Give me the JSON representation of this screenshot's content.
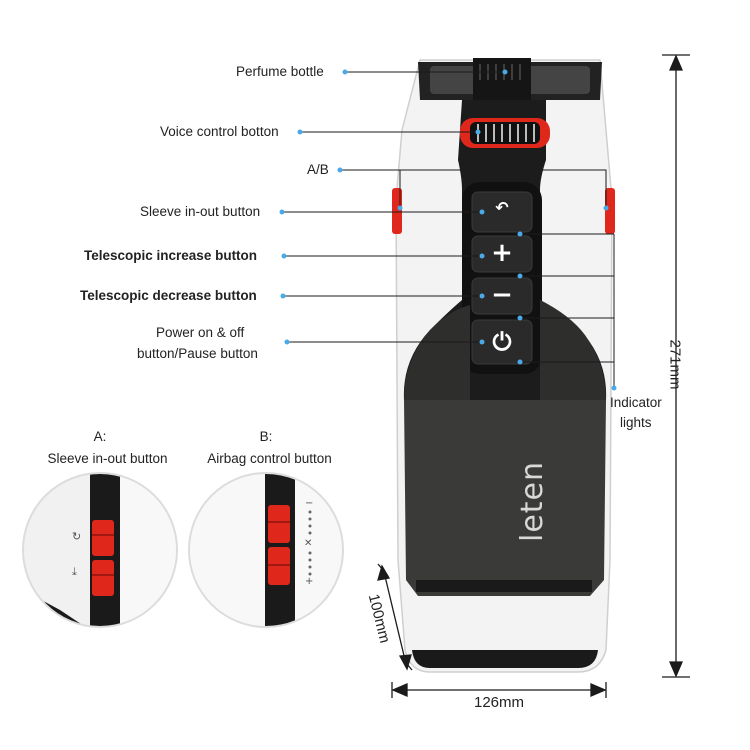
{
  "callouts": {
    "perfume_bottle": "Perfume bottle",
    "voice_control": "Voice control botton",
    "ab": "A/B",
    "sleeve_in_out": "Sleeve in-out button",
    "telescopic_increase": "Telescopic increase button",
    "telescopic_decrease": "Telescopic decrease button",
    "power_line1": "Power on & off",
    "power_line2": "button/Pause button",
    "indicator_line1": "Indicator",
    "indicator_line2": "lights"
  },
  "detail_a": {
    "title": "A:",
    "subtitle": "Sleeve in-out button"
  },
  "detail_b": {
    "title": "B:",
    "subtitle": "Airbag control button"
  },
  "dimensions": {
    "height": "271mm",
    "width": "126mm",
    "base": "100mm"
  },
  "brand": "leten",
  "buttons": {
    "plus": "+",
    "minus": "−",
    "power": "⏻"
  },
  "colors": {
    "accent_red": "#e0271c",
    "dot_blue": "#4aa9e8",
    "body_white": "#f4f4f4",
    "tank_dark": "#3a3a38"
  }
}
